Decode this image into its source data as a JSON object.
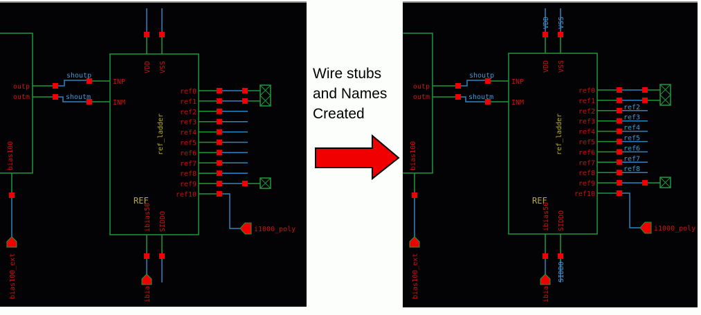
{
  "caption": {
    "lines": [
      "Wire stubs",
      "and Names",
      "Created"
    ],
    "arrow_color": "#f00000"
  },
  "colors": {
    "background": "#030305",
    "wire_green": "#1e9a3c",
    "wire_blue": "#2f86c4",
    "pin_red": "#f00000",
    "label_red": "#d01010",
    "label_yellow": "#b8b020",
    "label_blue": "#3a9ad8"
  },
  "schematic": {
    "instance_name": "ref_ladder",
    "ref_label": "REF",
    "left_block_name": "bias100",
    "left_block_pins": [
      "outp",
      "outm"
    ],
    "left_block_bias_label": "bias",
    "top_pins": [
      "VDD",
      "VSS"
    ],
    "left_pins": [
      "INP",
      "INM"
    ],
    "bottom_pins": [
      "ibias50",
      "SIDDO"
    ],
    "right_pins": [
      "ref0",
      "ref1",
      "ref2",
      "ref3",
      "ref4",
      "ref5",
      "ref6",
      "ref7",
      "ref8",
      "ref9",
      "ref10"
    ],
    "wire_labels": [
      "shoutp",
      "shoutm"
    ],
    "bias_pin_label": "bias100_ext",
    "ibias_pin_label": "ibias",
    "poly_pin_label": "i1000_poly"
  },
  "before": {
    "title": "before",
    "stub_names": []
  },
  "after": {
    "title": "after",
    "stub_names": [
      "ref2",
      "ref3",
      "ref4",
      "ref5",
      "ref6",
      "ref7",
      "ref8"
    ],
    "top_stub_names": [
      "VDD",
      "VSS"
    ],
    "bottom_stub_names": [
      "SIDDO"
    ]
  }
}
